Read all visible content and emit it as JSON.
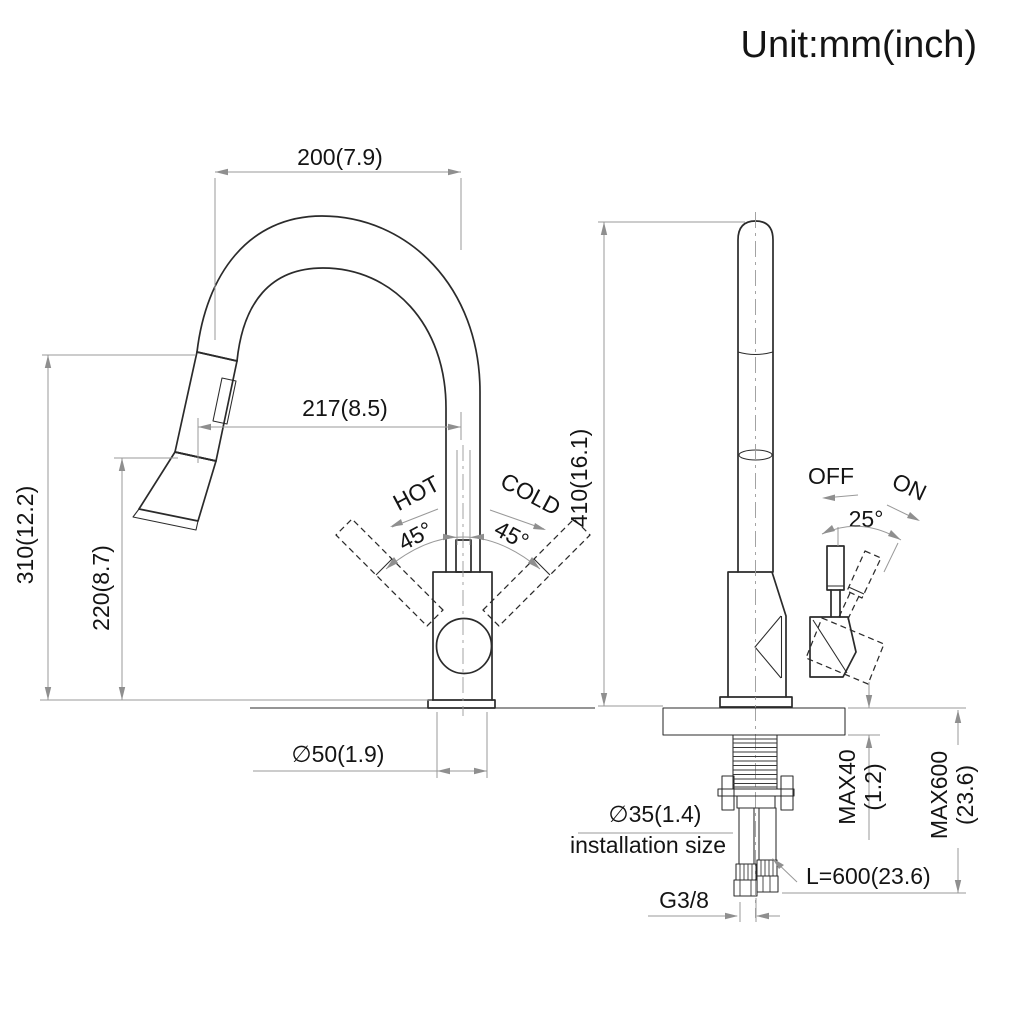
{
  "title": {
    "unit_label": "Unit:mm(inch)"
  },
  "colors": {
    "background": "#ffffff",
    "object_line": "#2b2b2b",
    "dimension_line": "#999999",
    "text": "#141414"
  },
  "left_view": {
    "description": "front view of pull-down kitchen faucet",
    "spout_reach": "200(7.9)",
    "overall_width": "217(8.5)",
    "spout_height": "310(12.2)",
    "aerator_height": "220(8.7)",
    "base_diameter": "∅50(1.9)",
    "hot": "HOT",
    "cold": "COLD",
    "hot_angle": "45°",
    "cold_angle": "45°"
  },
  "right_view": {
    "description": "side view with installation detail",
    "total_height": "410(16.1)",
    "off": "OFF",
    "on": "ON",
    "handle_angle": "25°",
    "deck_max": "MAX40",
    "deck_max_inch": "(1.2)",
    "below_max": "MAX600",
    "below_max_inch": "(23.6)",
    "hole_diameter": "∅35(1.4)",
    "hole_caption": "installation size",
    "hose_length": "L=600(23.6)",
    "thread": "G3/8"
  }
}
